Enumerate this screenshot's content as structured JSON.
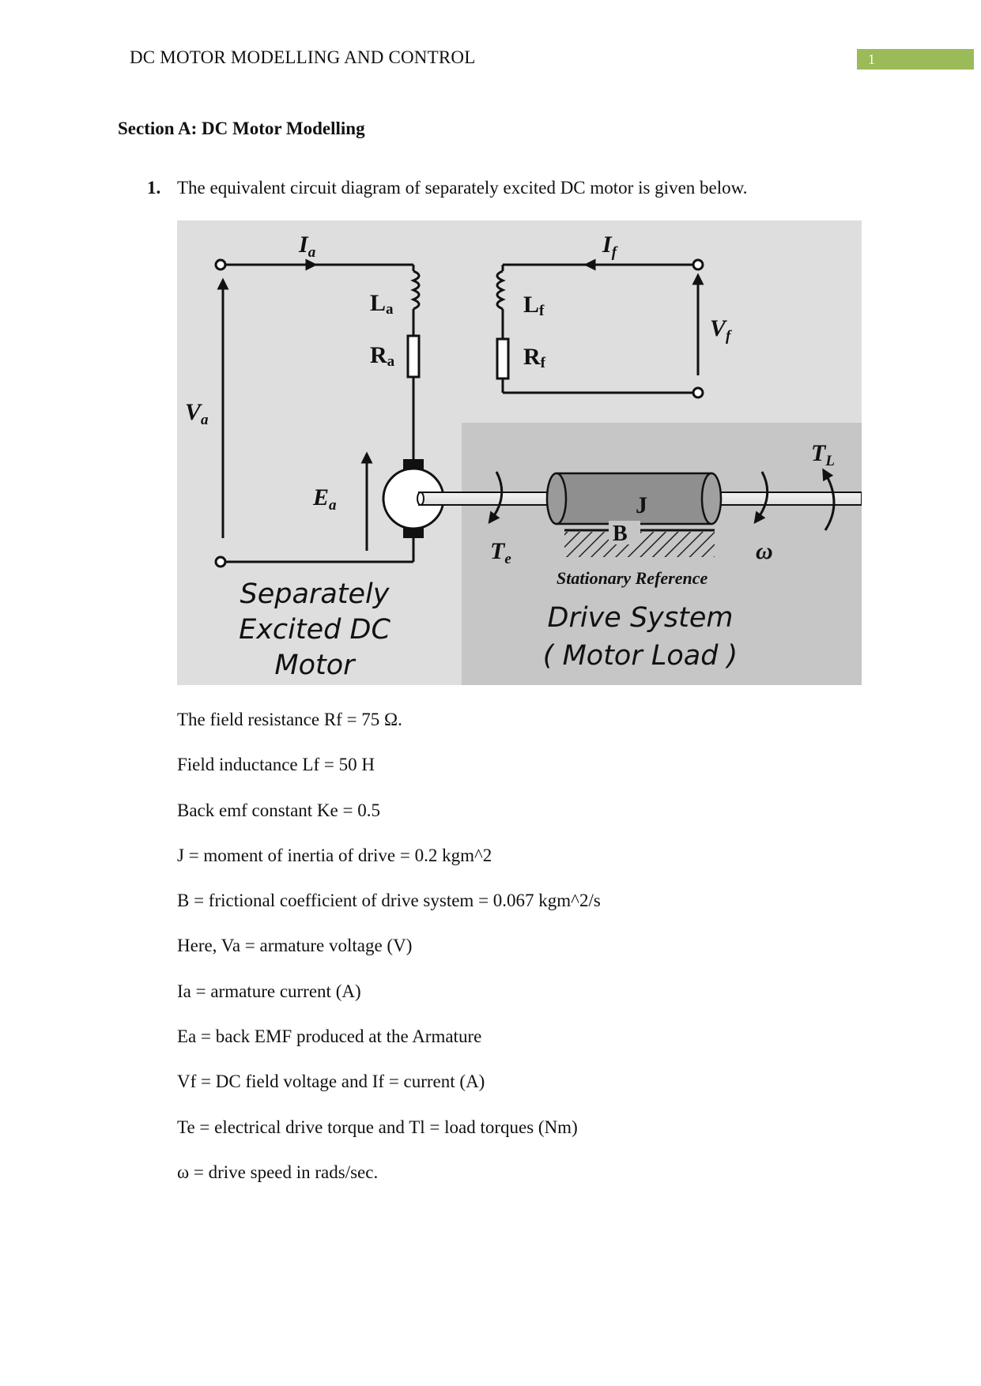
{
  "header": {
    "title": "DC MOTOR MODELLING AND CONTROL",
    "page_number": "1",
    "badge_color": "#9bbb59"
  },
  "section": {
    "heading": "Section A: DC Motor Modelling"
  },
  "question": {
    "number": "1.",
    "text": "The equivalent circuit diagram of separately excited DC motor is given below."
  },
  "figure": {
    "labels": {
      "ia_main": "I",
      "ia_sub": "a",
      "if_main": "I",
      "if_sub": "f",
      "la_main": "L",
      "la_sub": "a",
      "ra_main": "R",
      "ra_sub": "a",
      "lf_main": "L",
      "lf_sub": "f",
      "rf_main": "R",
      "rf_sub": "f",
      "vf_main": "V",
      "vf_sub": "f",
      "va_main": "V",
      "va_sub": "a",
      "ea_main": "E",
      "ea_sub": "a",
      "te_main": "T",
      "te_sub": "e",
      "tl_main": "T",
      "tl_sub": "L",
      "j": "J",
      "b": "B",
      "omega": "ω",
      "stationary_reference": "Stationary Reference",
      "motor_caption": [
        "Separately",
        "Excited DC",
        "Motor"
      ],
      "drive_caption": [
        "Drive System",
        "( Motor Load )"
      ]
    }
  },
  "parameters": [
    "The field resistance Rf = 75 Ω.",
    "Field inductance Lf = 50 H",
    "Back emf constant Ke = 0.5",
    "J = moment of inertia of drive = 0.2 kgm^2",
    "B = frictional coefficient of drive system = 0.067 kgm^2/s",
    "Here, Va = armature voltage (V)",
    "Ia = armature current (A)",
    "Ea = back EMF produced at the Armature",
    "Vf = DC field voltage and If = current (A)",
    "Te = electrical drive torque and Tl = load torques (Nm)",
    "ω = drive speed in rads/sec."
  ]
}
